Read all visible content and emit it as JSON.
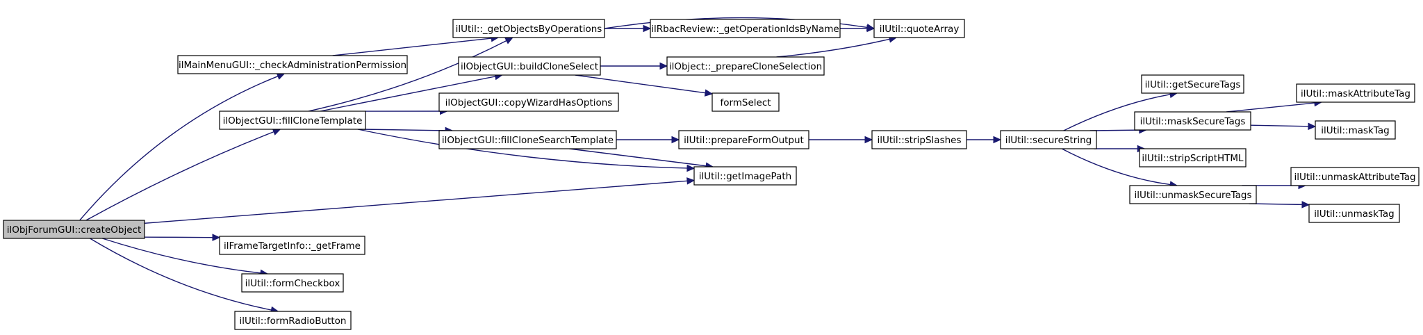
{
  "graph": {
    "root": "n_create",
    "nodes": [
      {
        "id": "n_create",
        "label": "ilObjForumGUI::createObject",
        "highlighted": true
      },
      {
        "id": "n_checkadmin",
        "label": "ilMainMenuGUI::_checkAdministrationPermission"
      },
      {
        "id": "n_fillclone",
        "label": "ilObjectGUI::fillCloneTemplate"
      },
      {
        "id": "n_getimage",
        "label": "ilUtil::getImagePath"
      },
      {
        "id": "n_getframe",
        "label": "ilFrameTargetInfo::_getFrame"
      },
      {
        "id": "n_checkbox",
        "label": "ilUtil::formCheckbox"
      },
      {
        "id": "n_radio",
        "label": "ilUtil::formRadioButton"
      },
      {
        "id": "n_getobjops",
        "label": "ilUtil::_getObjectsByOperations"
      },
      {
        "id": "n_buildclone",
        "label": "ilObjectGUI::buildCloneSelect"
      },
      {
        "id": "n_copywizard",
        "label": "ilObjectGUI::copyWizardHasOptions"
      },
      {
        "id": "n_fillsearch",
        "label": "ilObjectGUI::fillCloneSearchTemplate"
      },
      {
        "id": "n_rbac",
        "label": "ilRbacReview::_getOperationIdsByName"
      },
      {
        "id": "n_quote",
        "label": "ilUtil::quoteArray"
      },
      {
        "id": "n_prepclone",
        "label": "ilObject::_prepareCloneSelection"
      },
      {
        "id": "n_formselect",
        "label": "formSelect"
      },
      {
        "id": "n_prepform",
        "label": "ilUtil::prepareFormOutput"
      },
      {
        "id": "n_strip",
        "label": "ilUtil::stripSlashes"
      },
      {
        "id": "n_securestr",
        "label": "ilUtil::secureString"
      },
      {
        "id": "n_getsecure",
        "label": "ilUtil::getSecureTags"
      },
      {
        "id": "n_masksecure",
        "label": "ilUtil::maskSecureTags"
      },
      {
        "id": "n_stripscript",
        "label": "ilUtil::stripScriptHTML"
      },
      {
        "id": "n_unmasksecure",
        "label": "ilUtil::unmaskSecureTags"
      },
      {
        "id": "n_maskattr",
        "label": "ilUtil::maskAttributeTag"
      },
      {
        "id": "n_masktag",
        "label": "ilUtil::maskTag"
      },
      {
        "id": "n_unmaskattr",
        "label": "ilUtil::unmaskAttributeTag"
      },
      {
        "id": "n_unmasktag",
        "label": "ilUtil::unmaskTag"
      }
    ],
    "edges": [
      {
        "from": "n_create",
        "to": "n_checkadmin"
      },
      {
        "from": "n_create",
        "to": "n_fillclone"
      },
      {
        "from": "n_create",
        "to": "n_getimage"
      },
      {
        "from": "n_create",
        "to": "n_getframe"
      },
      {
        "from": "n_create",
        "to": "n_checkbox"
      },
      {
        "from": "n_create",
        "to": "n_radio"
      },
      {
        "from": "n_checkadmin",
        "to": "n_getobjops"
      },
      {
        "from": "n_fillclone",
        "to": "n_getobjops"
      },
      {
        "from": "n_fillclone",
        "to": "n_buildclone"
      },
      {
        "from": "n_fillclone",
        "to": "n_copywizard"
      },
      {
        "from": "n_fillclone",
        "to": "n_fillsearch"
      },
      {
        "from": "n_fillclone",
        "to": "n_getimage"
      },
      {
        "from": "n_getobjops",
        "to": "n_rbac"
      },
      {
        "from": "n_getobjops",
        "to": "n_quote"
      },
      {
        "from": "n_rbac",
        "to": "n_quote"
      },
      {
        "from": "n_buildclone",
        "to": "n_prepclone"
      },
      {
        "from": "n_buildclone",
        "to": "n_formselect"
      },
      {
        "from": "n_prepclone",
        "to": "n_quote"
      },
      {
        "from": "n_fillsearch",
        "to": "n_prepform"
      },
      {
        "from": "n_fillsearch",
        "to": "n_getimage"
      },
      {
        "from": "n_prepform",
        "to": "n_strip"
      },
      {
        "from": "n_strip",
        "to": "n_securestr"
      },
      {
        "from": "n_securestr",
        "to": "n_getsecure"
      },
      {
        "from": "n_securestr",
        "to": "n_masksecure"
      },
      {
        "from": "n_securestr",
        "to": "n_stripscript"
      },
      {
        "from": "n_securestr",
        "to": "n_unmasksecure"
      },
      {
        "from": "n_masksecure",
        "to": "n_maskattr"
      },
      {
        "from": "n_masksecure",
        "to": "n_masktag"
      },
      {
        "from": "n_unmasksecure",
        "to": "n_unmaskattr"
      },
      {
        "from": "n_unmasksecure",
        "to": "n_unmasktag"
      }
    ]
  }
}
